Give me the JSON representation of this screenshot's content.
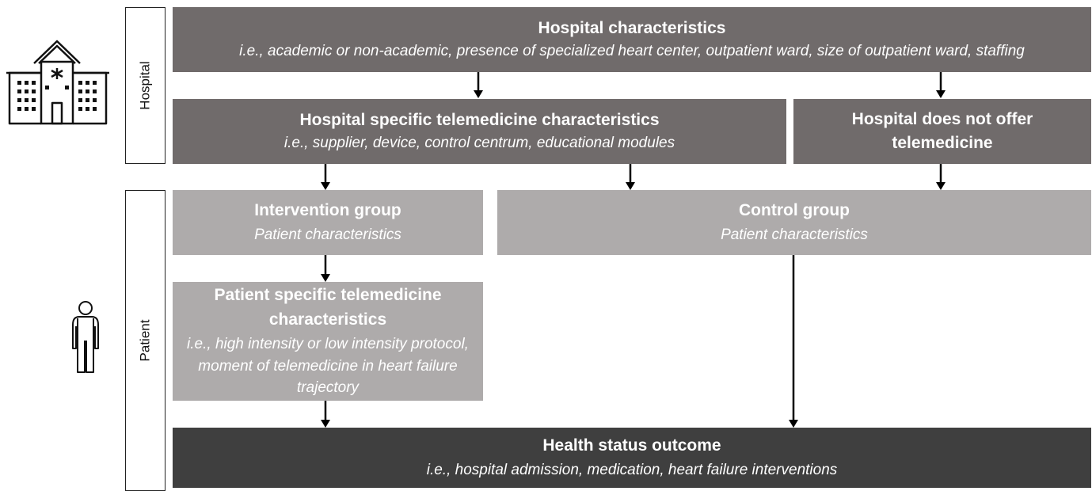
{
  "side_labels": {
    "hospital": "Hospital",
    "patient": "Patient"
  },
  "boxes": {
    "hospital_characteristics": {
      "title": "Hospital characteristics",
      "subtitle": "i.e., academic or non-academic, presence of specialized heart center, outpatient ward, size of outpatient ward, staffing"
    },
    "hospital_telemedicine": {
      "title": "Hospital specific telemedicine characteristics",
      "subtitle": "i.e., supplier, device, control centrum, educational modules"
    },
    "no_telemedicine": {
      "title": "Hospital does not offer telemedicine"
    },
    "intervention_group": {
      "title": "Intervention group",
      "subtitle": "Patient characteristics"
    },
    "control_group": {
      "title": "Control group",
      "subtitle": "Patient characteristics"
    },
    "patient_telemedicine": {
      "title": "Patient specific telemedicine characteristics",
      "subtitle": "i.e., high intensity or low intensity protocol, moment of telemedicine in heart failure trajectory"
    },
    "health_status": {
      "title": "Health status outcome",
      "subtitle": "i.e., hospital admission, medication, heart failure interventions"
    }
  },
  "colors": {
    "dark_box": "#706b6b",
    "darker_box": "#3f3f3f",
    "light_box": "#aeabab",
    "arrow": "#000000"
  },
  "icons": [
    "hospital-building-icon",
    "person-icon"
  ]
}
